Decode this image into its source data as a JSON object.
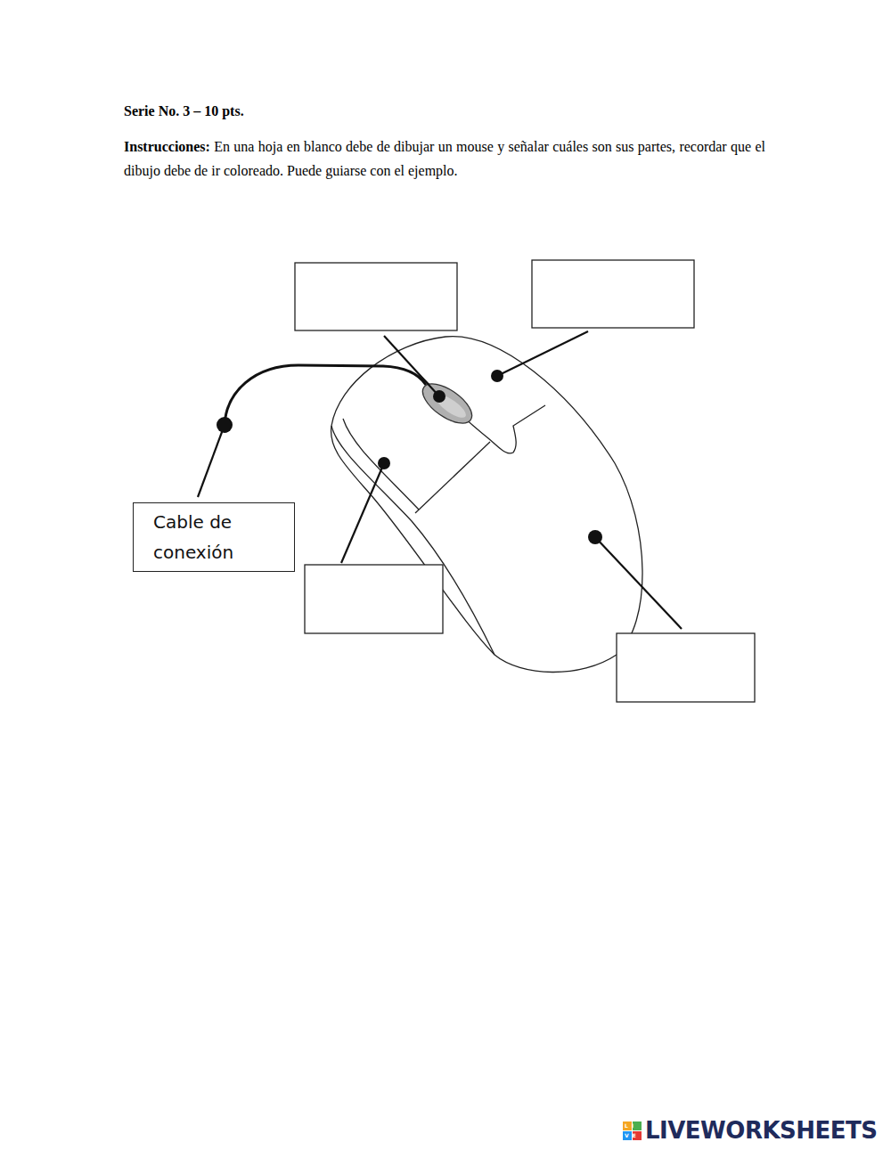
{
  "diagram": {
    "title": "Serie No. 3 – 10 pts.",
    "nodes": [
      {
        "text": [
          "Cable de conexión"
        ]
      }
    ],
    "labels": [
      "Instrucciones:",
      "En una hoja en blanco debe de dibujar un mouse y señalar cuáles son sus partes, recordar que el dibujo debe de ir coloreado. Puede guiarse con el ejemplo.",
      "LIVE",
      "LIVEWORKSHEETS"
    ]
  }
}
